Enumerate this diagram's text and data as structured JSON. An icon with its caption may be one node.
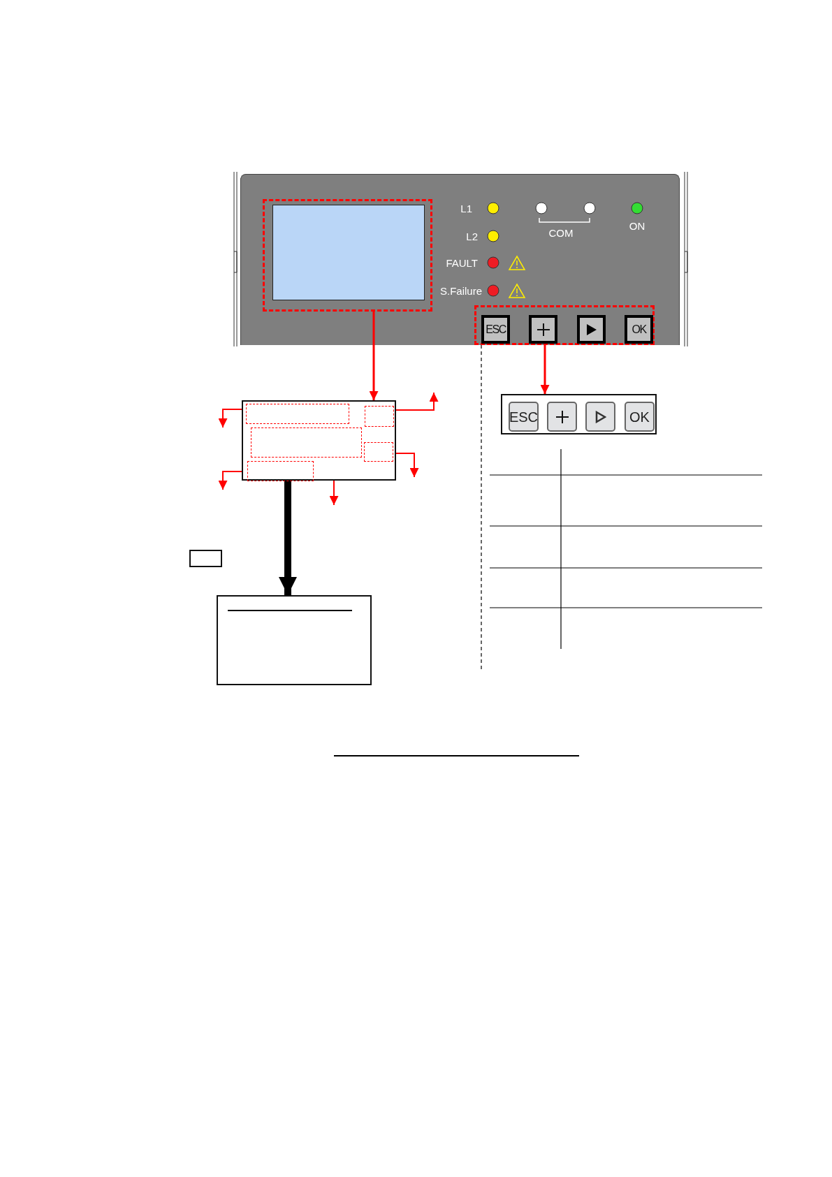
{
  "diagram": {
    "nodes": [
      {
        "text": [],
        "shape": "box"
      },
      {
        "text": [],
        "shape": "box"
      },
      {
        "text": [
          "ESC"
        ],
        "in": 1
      },
      {
        "text": [],
        "shape": "box",
        "in": 1
      },
      {
        "text": [],
        "shape": "box",
        "in": 1
      },
      {
        "text": [
          "OK"
        ],
        "in": 1
      },
      {
        "text": [],
        "shape": "box"
      },
      {
        "text": [],
        "shape": "box",
        "in": 6
      },
      {
        "text": [],
        "shape": "box",
        "in": 6
      },
      {
        "text": [],
        "shape": "box",
        "in": 6
      },
      {
        "text": [],
        "shape": "box",
        "in": 6
      },
      {
        "text": [],
        "shape": "box",
        "in": 6
      },
      {
        "text": [],
        "shape": "box"
      },
      {
        "text": [
          "ESC"
        ],
        "in": 12
      },
      {
        "text": [],
        "shape": "box",
        "in": 12
      },
      {
        "text": [],
        "shape": "box",
        "in": 12
      },
      {
        "text": [
          "OK"
        ],
        "in": 12
      },
      {
        "text": [],
        "shape": "box"
      },
      {
        "text": [],
        "shape": "box"
      },
      {
        "text": [],
        "shape": "box",
        "in": 0
      }
    ],
    "edges": [
      {
        "from": 0,
        "to": 6,
        "arrow": "to"
      },
      {
        "from": 1,
        "to": 12,
        "arrow": "to"
      },
      {
        "from": 6,
        "to": 18,
        "arrow": "to",
        "style": "thick",
        "color": "#000000"
      },
      {
        "from": 7,
        "to": null,
        "arrow": "to"
      },
      {
        "from": 8,
        "to": null,
        "arrow": "to"
      },
      {
        "from": 10,
        "to": null,
        "arrow": "to"
      },
      {
        "from": 9,
        "to": null,
        "arrow": "to"
      },
      {
        "from": 11,
        "to": null,
        "arrow": "to"
      }
    ],
    "labels": [
      "L1",
      "ON",
      "COM",
      "L2",
      "FAULT",
      "S.Failure"
    ]
  }
}
